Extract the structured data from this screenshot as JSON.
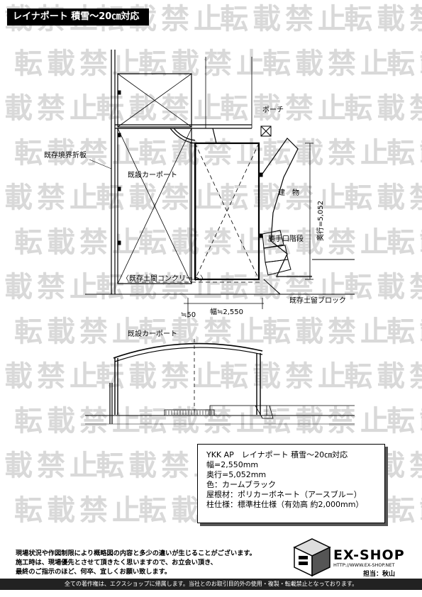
{
  "title": "レイナポート 積雪～20㎝対応",
  "watermark": "転載禁止",
  "plan_labels": {
    "porch": "ポーチ",
    "fence": "既存境界折板",
    "existing_carport": "既設カーポート",
    "building": "建　物",
    "steps": "勝手口階段",
    "concrete": "〈既存土間コンクリート〉",
    "block": "既存土留ブロック",
    "depth": "奥行=5,052",
    "width": "幅≒2,550",
    "offset": "≒50"
  },
  "elevation_label": "既設カーポート",
  "spec": {
    "product": "YKK AP　レイナポート 積雪～20㎝対応",
    "width": "幅=2,550mm",
    "depth": "奥行=5,052mm",
    "color": "色：カームブラック",
    "roof": "屋根材：ポリカーボネート（アースブルー）",
    "pillar": "柱仕様：標準柱仕様（有効高 約2,000mm）"
  },
  "notice": [
    "現場状況や作図制限により概略図の内容と多少の違いが生じることがございます。",
    "施工時は、現場優先とさせて頂きたく思いますので、お立会い頂き、",
    "最終のご指示のほど、何卒、宜しくお願い致します。"
  ],
  "brand": {
    "name": "EX-SHOP",
    "url": "HTTP://WWW.EX-SHOP.NET",
    "person": "担当：秋山"
  },
  "footer": "全ての著作権は、エクスショップに帰属します。当社とのお取引目的外の使用・複製・転載禁止となっております。"
}
